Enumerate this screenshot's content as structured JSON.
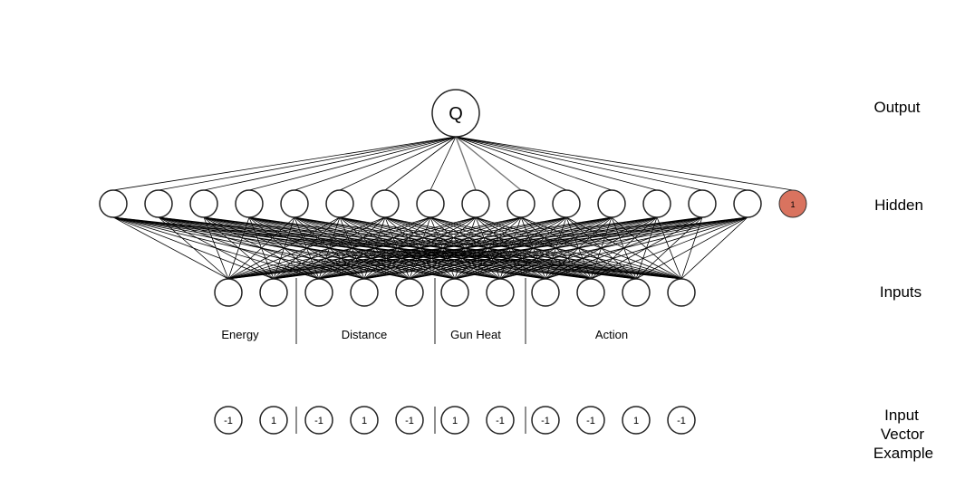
{
  "output_node": {
    "label": "Q"
  },
  "bias_node": {
    "label": "1",
    "color": "#d9735f"
  },
  "layers": {
    "output": "Output",
    "hidden": "Hidden",
    "inputs": "Inputs",
    "example": [
      "Input",
      "Vector",
      "Example"
    ]
  },
  "groups": [
    "Energy",
    "Distance",
    "Gun Heat",
    "Action"
  ],
  "input_vector_example": [
    "-1",
    "1",
    "-1",
    "1",
    "-1",
    "1",
    "-1",
    "-1",
    "-1",
    "1",
    "-1"
  ],
  "hidden_count": 15,
  "input_count": 11
}
